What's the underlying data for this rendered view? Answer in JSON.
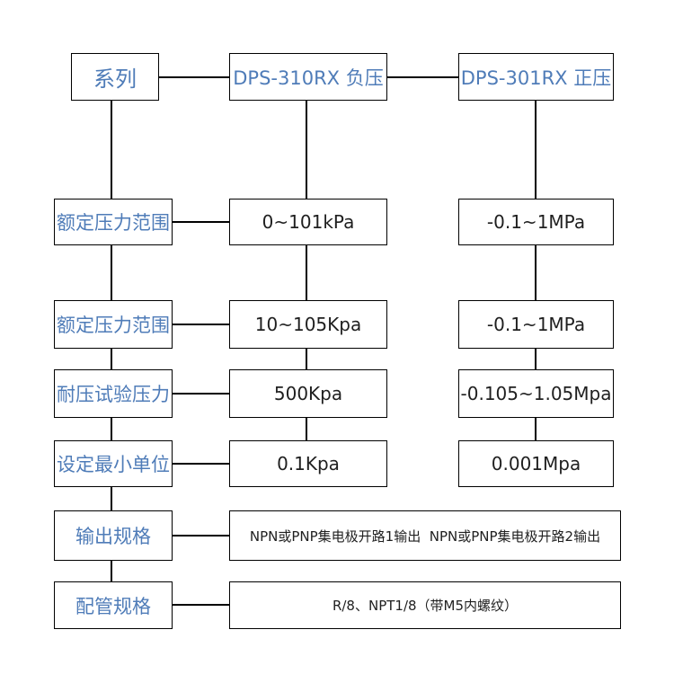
{
  "diagram": {
    "header": {
      "series": "系列",
      "model_negative": "DPS-310RX 负压",
      "model_positive": "DPS-301RX 正压"
    },
    "rows": [
      {
        "label": "额定压力范围",
        "col1": "0~101kPa",
        "col2": "-0.1~1MPa"
      },
      {
        "label": "额定压力范围",
        "col1": "10~105Kpa",
        "col2": "-0.1~1MPa"
      },
      {
        "label": "耐压试验压力",
        "col1": "500Kpa",
        "col2": "-0.105~1.05Mpa"
      },
      {
        "label": "设定最小单位",
        "col1": "0.1Kpa",
        "col2": "0.001Mpa"
      },
      {
        "label": "输出规格",
        "value": "NPN或PNP集电极开路1输出  NPN或PNP集电极开路2输出"
      },
      {
        "label": "配管规格",
        "value": "R/8、NPT1/8（带M5内螺纹）"
      }
    ],
    "colors": {
      "label_text": "#4f7cb8",
      "value_text": "#1f1f1f",
      "border": "#000000",
      "background": "#ffffff"
    }
  }
}
